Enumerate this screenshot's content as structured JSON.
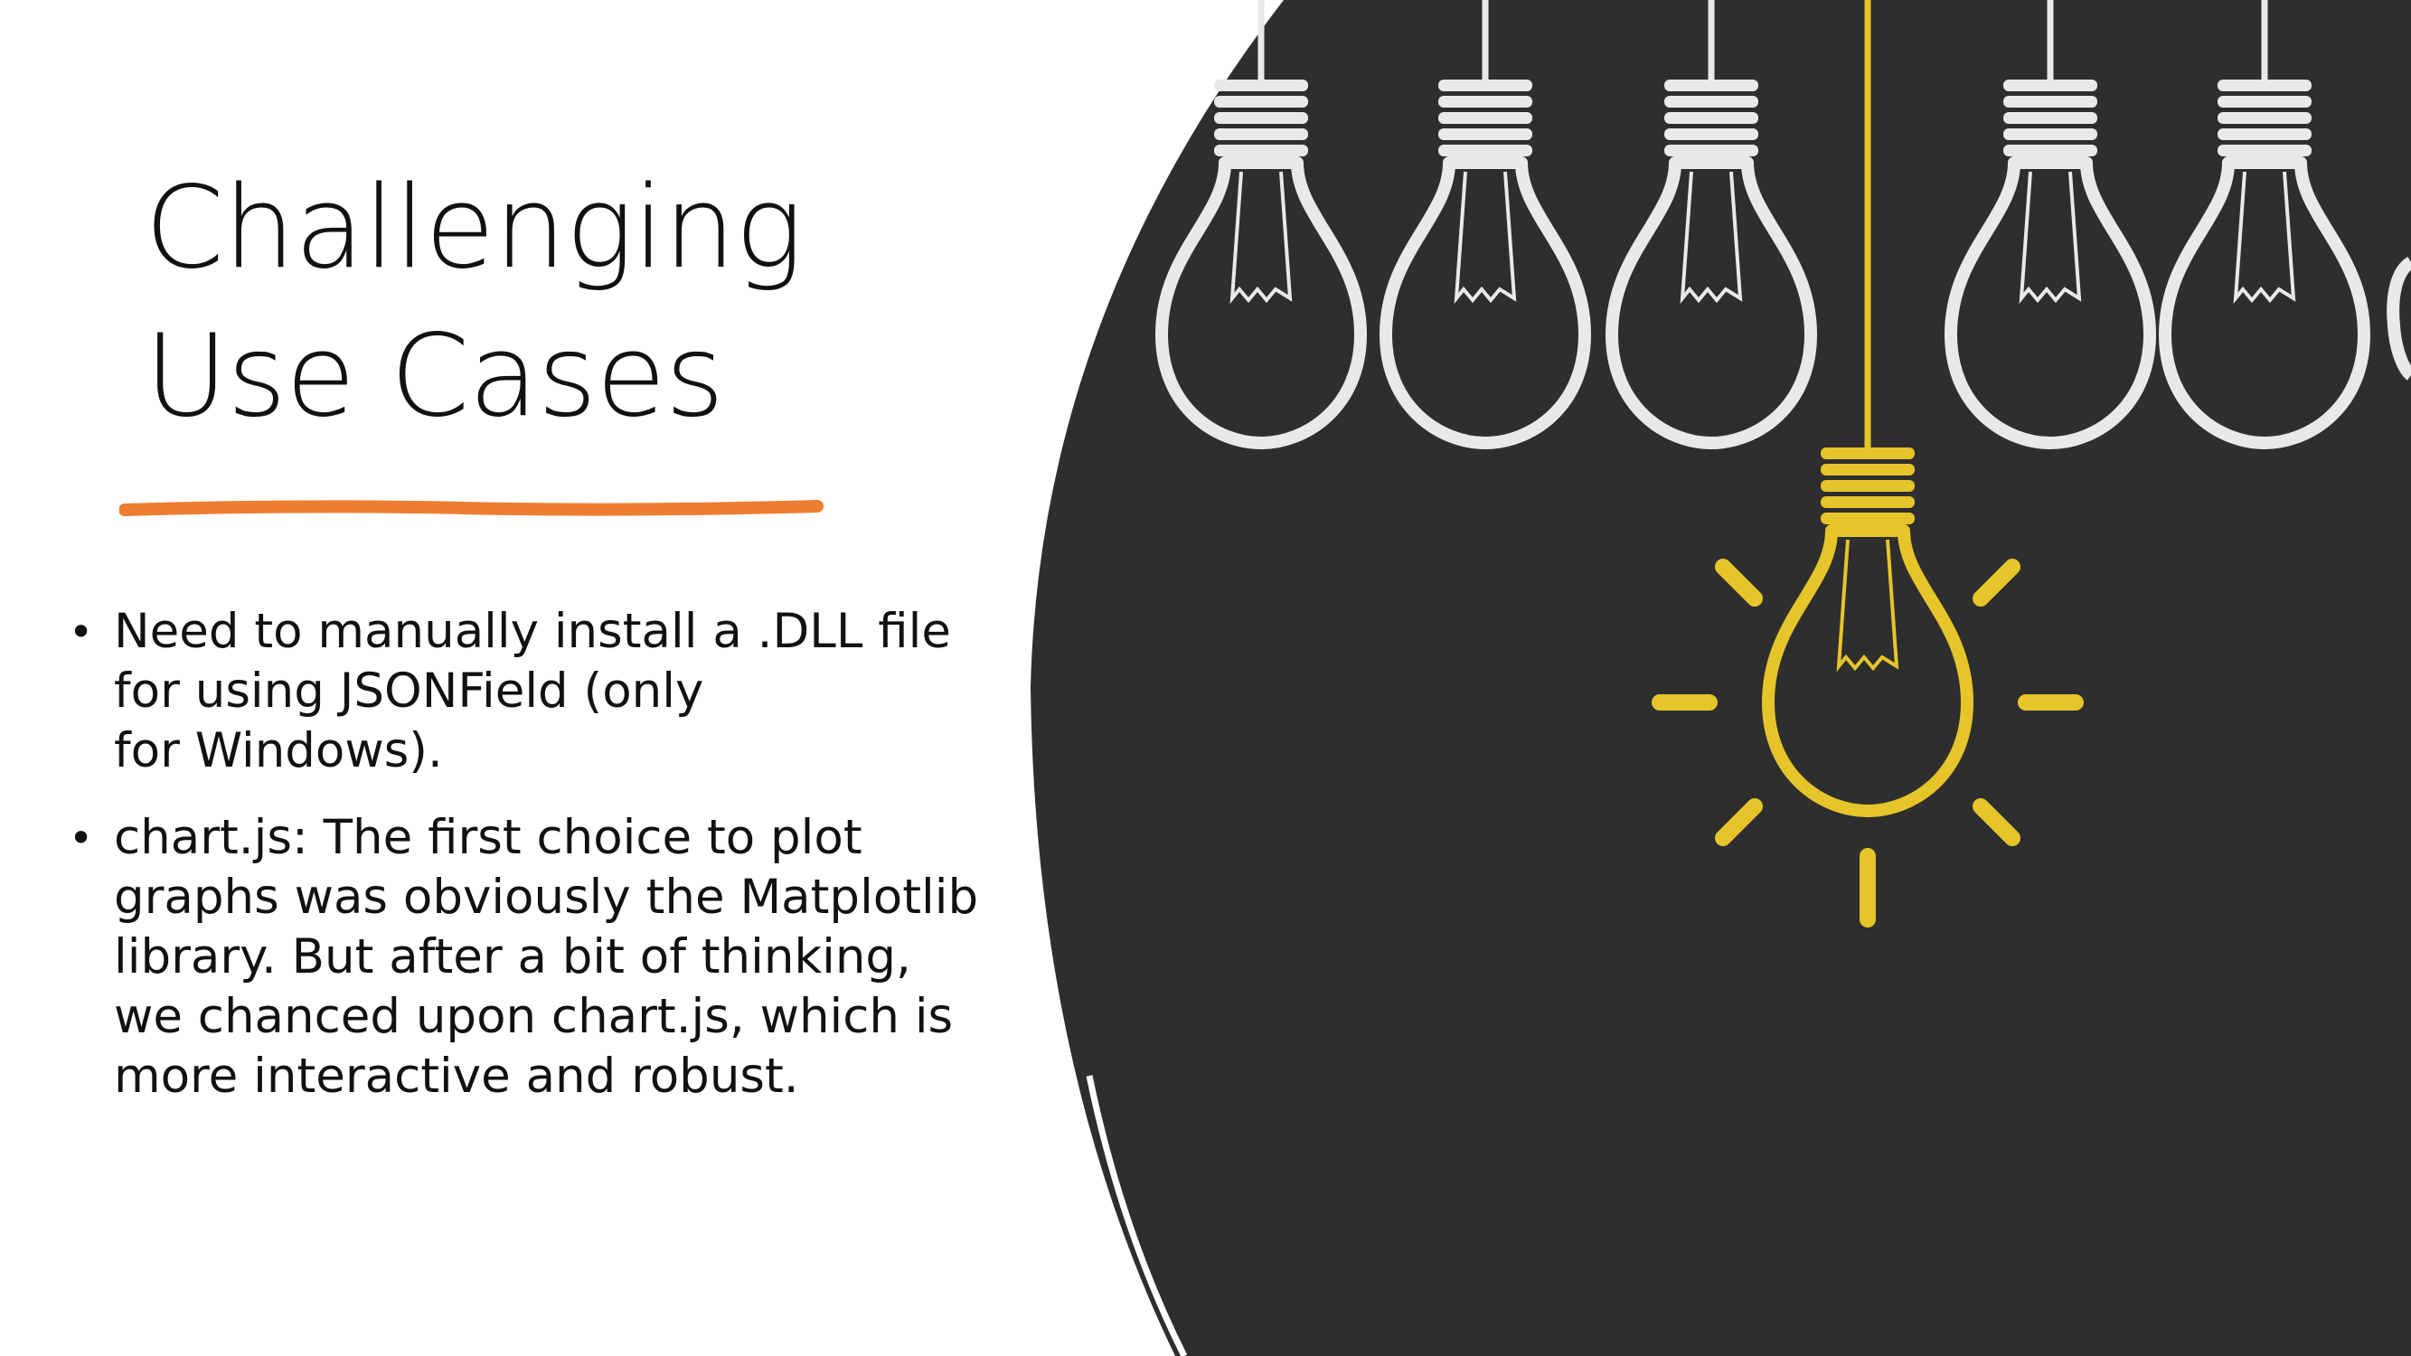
{
  "slide": {
    "title_lines": [
      "Challenging",
      "Use Cases"
    ],
    "accent_color": "#ED7D31",
    "board_color": "#2E2E2E",
    "bulb_color": "#E9E9E9",
    "lit_bulb_color": "#E6C52A",
    "bullets": [
      {
        "marker": "•",
        "lines": [
          "Need to manually install a .DLL file",
          "for using JSONField (only",
          "for Windows)."
        ]
      },
      {
        "marker": "•",
        "lines": [
          "chart.js: The first choice to plot",
          "graphs was obviously the Matplotlib",
          "library. But after a bit of thinking,",
          "we chanced upon chart.js, which is",
          "more interactive and robust."
        ]
      }
    ],
    "image": {
      "description_icon": "hanging-light-bulbs-chalkboard",
      "bulbs": [
        "bulb",
        "bulb",
        "bulb",
        "lit-bulb",
        "bulb",
        "bulb"
      ]
    }
  }
}
